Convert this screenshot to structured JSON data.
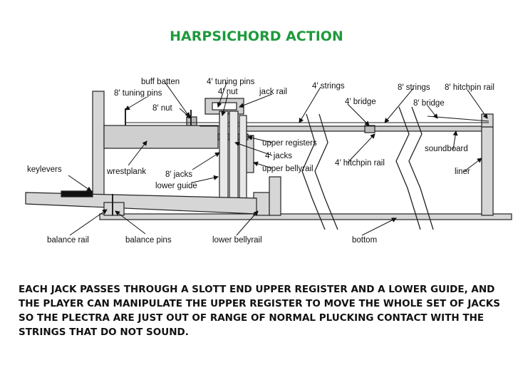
{
  "title": "HARPSICHORD ACTION",
  "labels": {
    "buff_batten": "buff batten",
    "tuning_pins_4": "4′ tuning pins",
    "tuning_pins_8": "8′ tuning pins",
    "nut_4": "4′ nut",
    "nut_8": "8′ nut",
    "jack_rail": "jack rail",
    "strings_4": "4′ strings",
    "strings_8": "8′ strings",
    "hitchpin_rail_8": "8′ hitchpin rail",
    "bridge_4": "4′ bridge",
    "bridge_8": "8′ bridge",
    "upper_registers": "upper registers",
    "jacks_4": "4′ jacks",
    "upper_bellyrail": "upper bellyrail",
    "hitchpin_rail_4": "4′ hitchpin rail",
    "soundboard": "soundboard",
    "liner": "liner",
    "keylevers": "keylevers",
    "wrestplank": "wrestplank",
    "jacks_8": "8′ jacks",
    "lower_guide": "lower guide",
    "balance_rail": "balance rail",
    "balance_pins": "balance pins",
    "lower_bellyrail": "lower bellyrail",
    "bottom": "bottom"
  },
  "caption": "EACH JACK PASSES THROUGH A SLOTT END UPPER REGISTER AND A LOWER GUIDE, AND THE PLAYER CAN MANIPULATE THE UPPER REGISTER TO MOVE THE WHOLE SET OF JACKS SO THE PLECTRA ARE JUST OUT OF RANGE OF NORMAL PLUCKING CONTACT WITH THE STRINGS THAT DO NOT SOUND."
}
